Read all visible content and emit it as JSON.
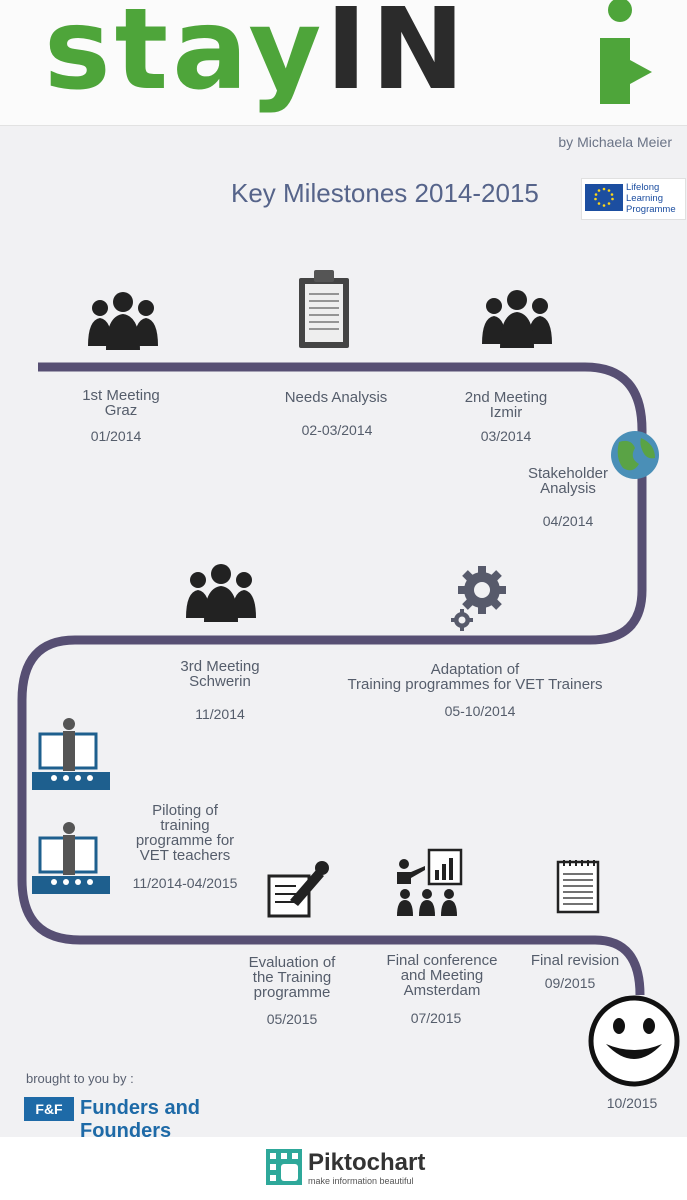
{
  "header": {
    "logo_stay": "stay",
    "logo_in": "IN",
    "author": "by Michaela Meier"
  },
  "title": "Key Milestones 2014-2015",
  "eu_logo": {
    "text_line1": "Lifelong",
    "text_line2": "Learning",
    "text_line3": "Programme"
  },
  "milestones": [
    {
      "label_line1": "1st Meeting",
      "label_line2": "Graz",
      "date": "01/2014",
      "icon": "group-icon"
    },
    {
      "label_line1": "Needs Analysis",
      "date": "02-03/2014",
      "icon": "clipboard-icon"
    },
    {
      "label_line1": "2nd Meeting",
      "label_line2": "Izmir",
      "date": "03/2014",
      "icon": "group-icon"
    },
    {
      "label_line1": "Stakeholder",
      "label_line2": "Analysis",
      "date": "04/2014",
      "icon": "globe-icon"
    },
    {
      "label_line1": "Adaptation of",
      "label_line2": "Training programmes for VET Trainers",
      "date": "05-10/2014",
      "icon": "gears-icon"
    },
    {
      "label_line1": "3rd Meeting",
      "label_line2": "Schwerin",
      "date": "11/2014",
      "icon": "group-icon"
    },
    {
      "label_line1": "Piloting of",
      "label_line2": "training",
      "label_line3": "programme for",
      "label_line4": "VET teachers",
      "date": "11/2014-04/2015",
      "icon": "presenter-icon"
    },
    {
      "label_line1": "Evaluation of",
      "label_line2": "the Training",
      "label_line3": "programme",
      "date": "05/2015",
      "icon": "pen-note-icon"
    },
    {
      "label_line1": "Final conference",
      "label_line2": "and Meeting",
      "label_line3": "Amsterdam",
      "date": "07/2015",
      "icon": "conference-icon"
    },
    {
      "label_line1": "Final revision",
      "date": "09/2015",
      "icon": "notepad-icon"
    },
    {
      "date": "10/2015",
      "icon": "smiley-icon"
    }
  ],
  "footer": {
    "brought_by": "brought to you by :",
    "fnf_badge": "F&F",
    "fnf_name": "Funders and Founders",
    "piktochart_name": "Piktochart",
    "piktochart_tagline": "make information beautiful"
  },
  "colors": {
    "path": "#574f73",
    "green": "#4ea53a",
    "blue": "#1e6aa7",
    "dark_icon": "#222222"
  }
}
